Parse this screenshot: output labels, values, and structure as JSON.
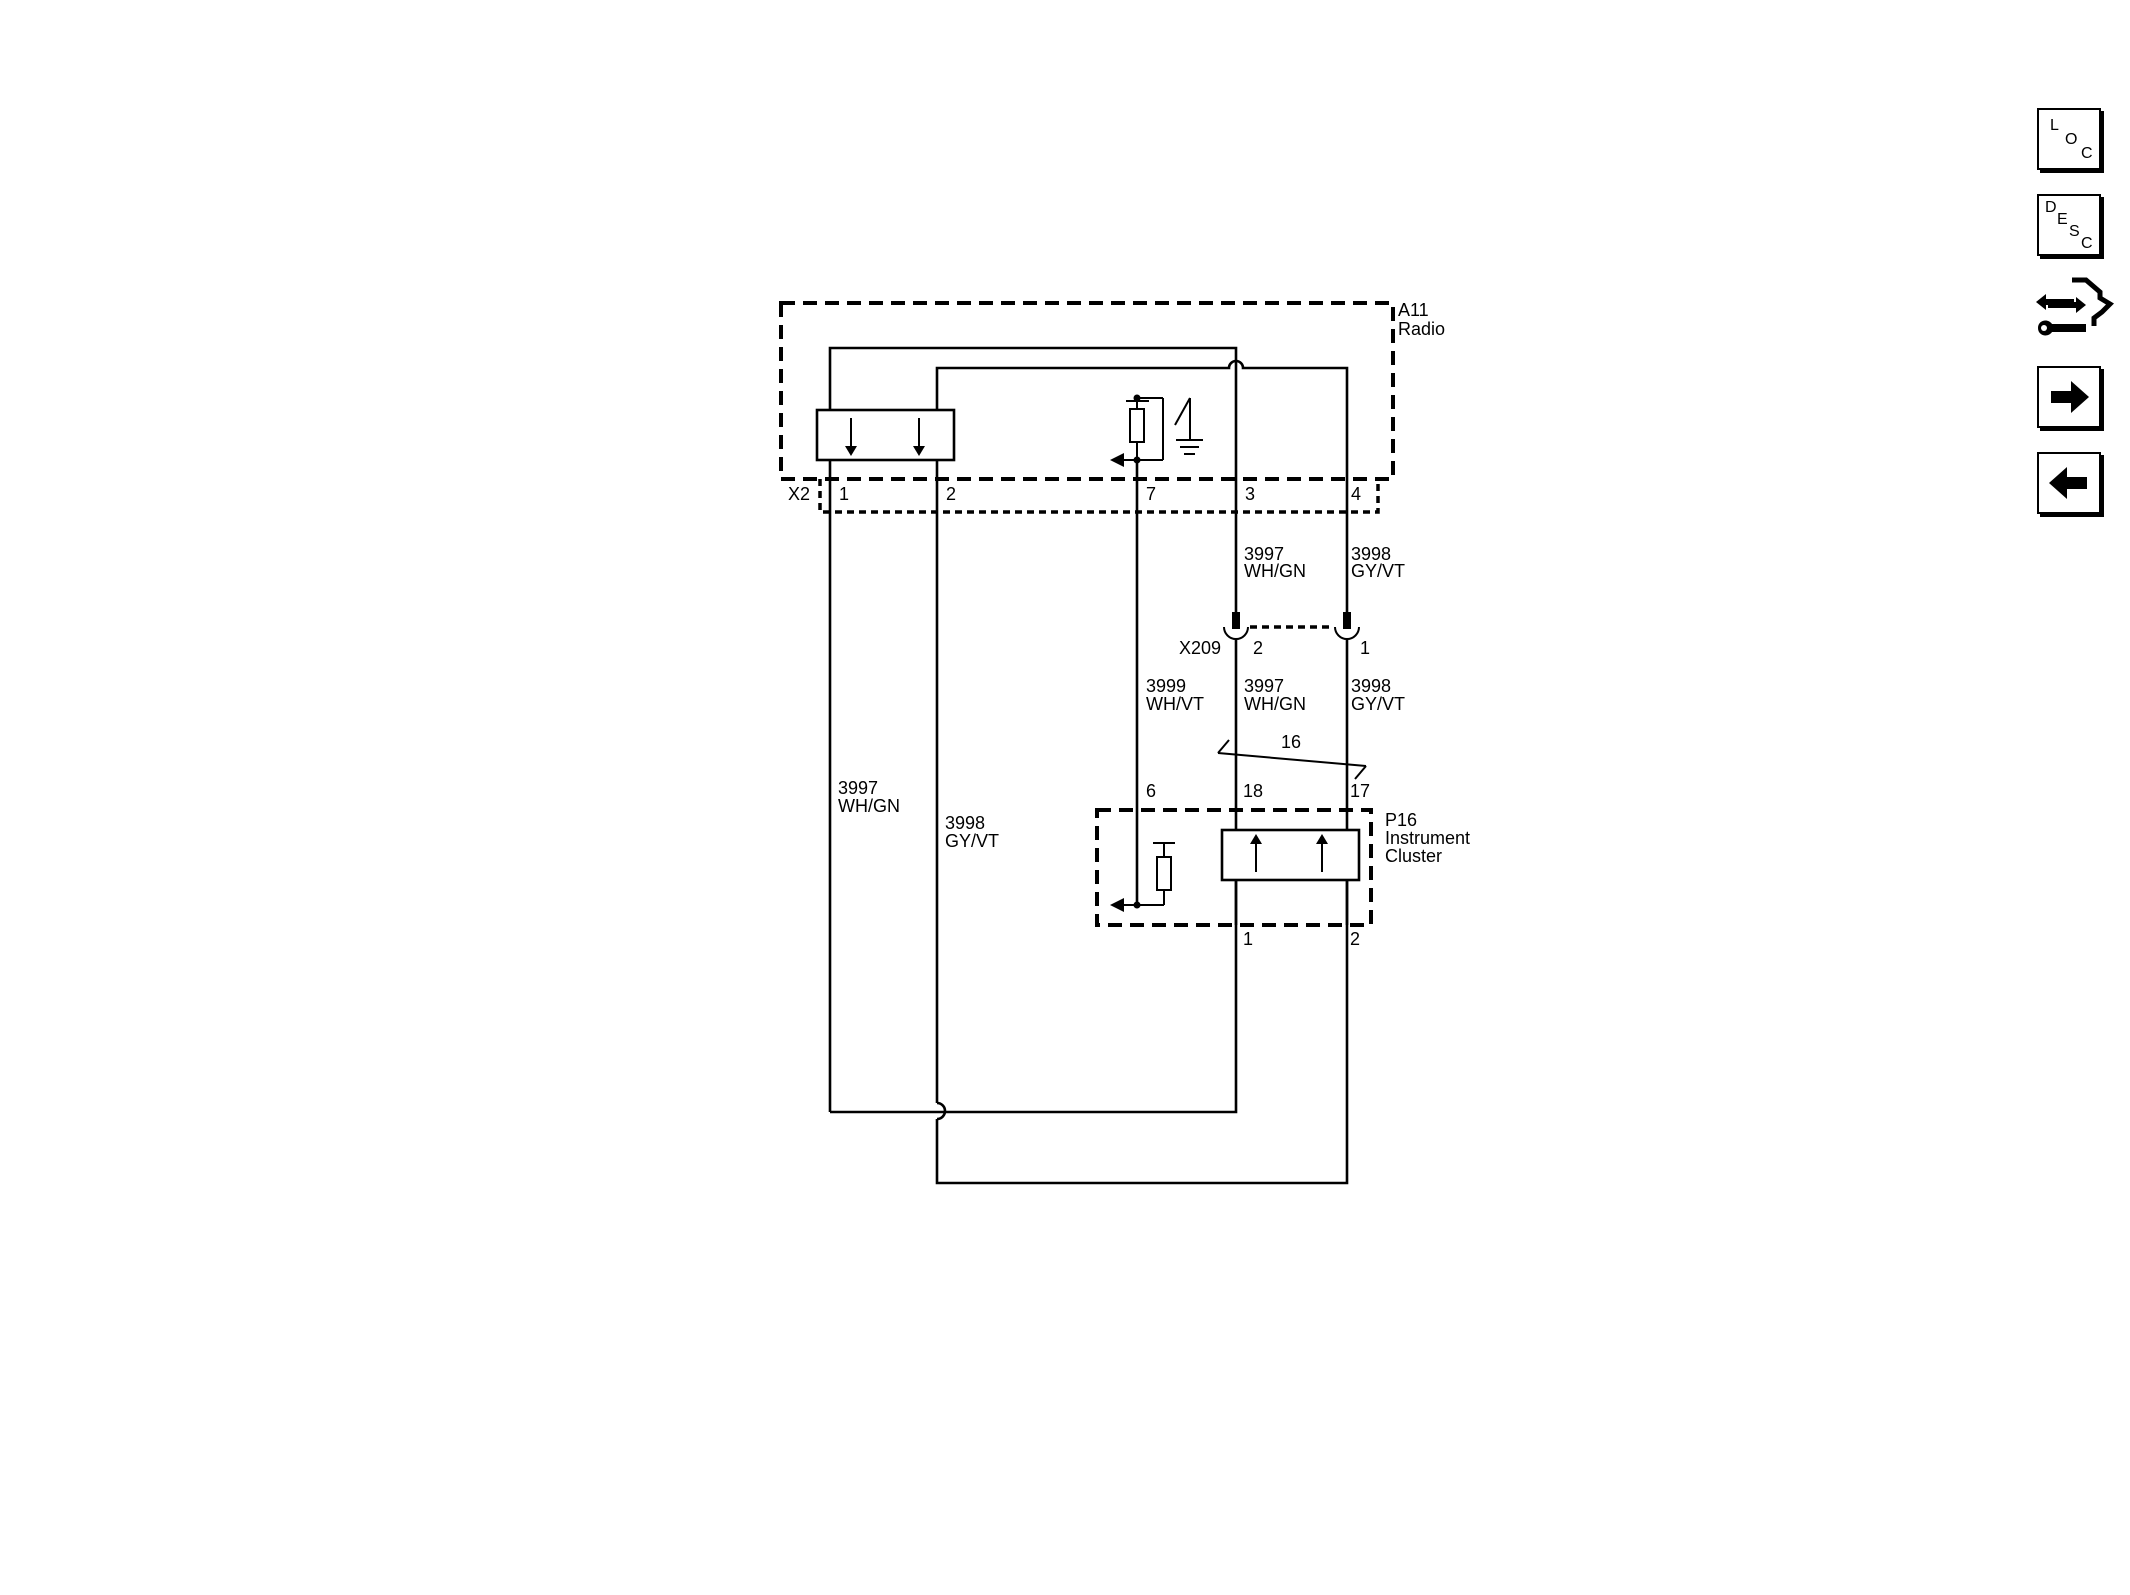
{
  "side_toolbar": {
    "loc": {
      "letters": [
        "L",
        "O",
        "C"
      ]
    },
    "desc": {
      "letters": [
        "D",
        "E",
        "S",
        "C"
      ]
    },
    "tools_icon": "connector-tools-icon",
    "next_icon": "arrow-right-icon",
    "prev_icon": "arrow-left-icon"
  },
  "components": {
    "radio": {
      "id": "A11",
      "name": "Radio",
      "connector": "X2"
    },
    "cluster": {
      "id": "P16",
      "name_line1": "Instrument",
      "name_line2": "Cluster"
    },
    "inline_connector": {
      "id": "X209"
    }
  },
  "pins": {
    "radio_1": "1",
    "radio_2": "2",
    "radio_7": "7",
    "radio_3": "3",
    "radio_4": "4",
    "x209_2": "2",
    "x209_1": "1",
    "cluster_6": "6",
    "cluster_18": "18",
    "cluster_17": "17",
    "cluster_1": "1",
    "cluster_2": "2",
    "splice_16": "16"
  },
  "wires": {
    "w3997_top": {
      "circuit": "3997",
      "color": "WH/GN"
    },
    "w3998_top": {
      "circuit": "3998",
      "color": "GY/VT"
    },
    "w3999_mid": {
      "circuit": "3999",
      "color": "WH/VT"
    },
    "w3997_mid": {
      "circuit": "3997",
      "color": "WH/GN"
    },
    "w3998_mid": {
      "circuit": "3998",
      "color": "GY/VT"
    },
    "w3997_left": {
      "circuit": "3997",
      "color": "WH/GN"
    },
    "w3998_left": {
      "circuit": "3998",
      "color": "GY/VT"
    }
  }
}
